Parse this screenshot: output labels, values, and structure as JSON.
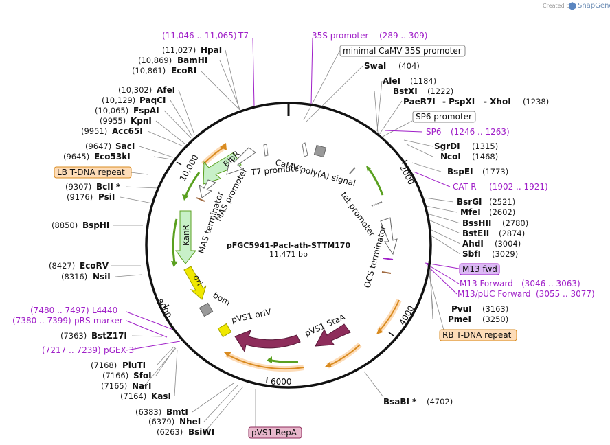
{
  "plasmid": {
    "name": "pFGC5941-PacI-ath-STTM170",
    "length": "11,471 bp"
  },
  "credit": {
    "text": "Created by",
    "brand": "SnapGene"
  },
  "ticks": [
    "2000",
    "4000",
    "6000",
    "8000",
    "10,000"
  ],
  "enzymes_left": [
    {
      "pos": "(11,027)",
      "name": "HpaI"
    },
    {
      "pos": "(10,869)",
      "name": "BamHI"
    },
    {
      "pos": "(10,861)",
      "name": "EcoRI"
    },
    {
      "pos": "(10,302)",
      "name": "AfeI"
    },
    {
      "pos": "(10,129)",
      "name": "PaqCI"
    },
    {
      "pos": "(10,065)",
      "name": "FspAI"
    },
    {
      "pos": "(9955)",
      "name": "KpnI"
    },
    {
      "pos": "(9951)",
      "name": "Acc65I"
    },
    {
      "pos": "(9647)",
      "name": "SacI"
    },
    {
      "pos": "(9645)",
      "name": "Eco53kI"
    },
    {
      "pos": "(9307)",
      "name": "BclI *"
    },
    {
      "pos": "(9176)",
      "name": "PsiI"
    },
    {
      "pos": "(8850)",
      "name": "BspHI"
    },
    {
      "pos": "(8427)",
      "name": "EcoRV"
    },
    {
      "pos": "(8316)",
      "name": "NsiI"
    },
    {
      "pos": "(7363)",
      "name": "BstZ17I"
    },
    {
      "pos": "(7168)",
      "name": "PluTI"
    },
    {
      "pos": "(7166)",
      "name": "SfoI"
    },
    {
      "pos": "(7165)",
      "name": "NarI"
    },
    {
      "pos": "(7164)",
      "name": "KasI"
    },
    {
      "pos": "(6383)",
      "name": "BmtI"
    },
    {
      "pos": "(6379)",
      "name": "NheI"
    },
    {
      "pos": "(6263)",
      "name": "BsiWI"
    }
  ],
  "enzymes_right": [
    {
      "name": "SwaI",
      "pos": "(404)"
    },
    {
      "name": "AleI",
      "pos": "(1184)"
    },
    {
      "name": "BstXI",
      "pos": "(1222)"
    },
    {
      "name": "PaeR7I",
      "name2": "- PspXI",
      "name3": "- XhoI",
      "pos": "(1238)"
    },
    {
      "name": "SgrDI",
      "pos": "(1315)"
    },
    {
      "name": "NcoI",
      "pos": "(1468)"
    },
    {
      "name": "BspEI",
      "pos": "(1773)"
    },
    {
      "name": "BsrGI",
      "pos": "(2521)"
    },
    {
      "name": "MfeI",
      "pos": "(2602)"
    },
    {
      "name": "BssHII",
      "pos": "(2780)"
    },
    {
      "name": "BstEII",
      "pos": "(2874)"
    },
    {
      "name": "AhdI",
      "pos": "(3004)"
    },
    {
      "name": "SbfI",
      "pos": "(3029)"
    },
    {
      "name": "PvuI",
      "pos": "(3163)"
    },
    {
      "name": "PmeI",
      "pos": "(3250)"
    },
    {
      "name": "BsaBI *",
      "pos": "(4702)"
    }
  ],
  "primers": [
    {
      "name": "T7",
      "range": "(11,046 .. 11,065)"
    },
    {
      "name": "35S promoter",
      "range": "(289 .. 309)"
    },
    {
      "name": "SP6",
      "range": "(1246 .. 1263)"
    },
    {
      "name": "CAT-R",
      "range": "(1902 .. 1921)"
    },
    {
      "name": "M13 Forward",
      "range": "(3046 .. 3063)"
    },
    {
      "name": "M13/pUC Forward",
      "range": "(3055 .. 3077)"
    },
    {
      "name": "L4440",
      "range": "(7480 .. 7497)"
    },
    {
      "name": "pRS-marker",
      "range": "(7380 .. 7399)"
    },
    {
      "name": "pGEX 3'",
      "range": "(7217 .. 7239)"
    }
  ],
  "boxed_labels": {
    "minimal_camv": "minimal CaMV 35S promoter",
    "sp6_promoter": "SP6 promoter",
    "lb_tdna": "LB T-DNA repeat",
    "rb_tdna": "RB T-DNA repeat",
    "m13_fwd": "M13 fwd",
    "pvs1_repa": "pVS1 RepA"
  },
  "features": {
    "camv_polya": "CaMV poly(A) signal",
    "t7_promoter": "T7 promoter",
    "blpr": "BlpR",
    "mas_promoter": "MAS promoter",
    "mas_terminator": "MAS terminator",
    "kanr": "KanR",
    "ori": "ori",
    "bom": "bom",
    "pvs1_oriv": "pVS1 oriV",
    "pvs1_stab": "pVS1 StaA",
    "tet_promoter": "tet promoter",
    "ocs_terminator": "OCS terminator"
  },
  "colors": {
    "backbone": "#111111",
    "primer": "#a020c8",
    "tdna_fill": "#fddcb8",
    "pvs1": "#8e2d5b",
    "green_arrow": "#5aa020",
    "orange_arrow": "#d98b20",
    "ori": "#f0e800",
    "kanr": "#c8f0c8"
  }
}
